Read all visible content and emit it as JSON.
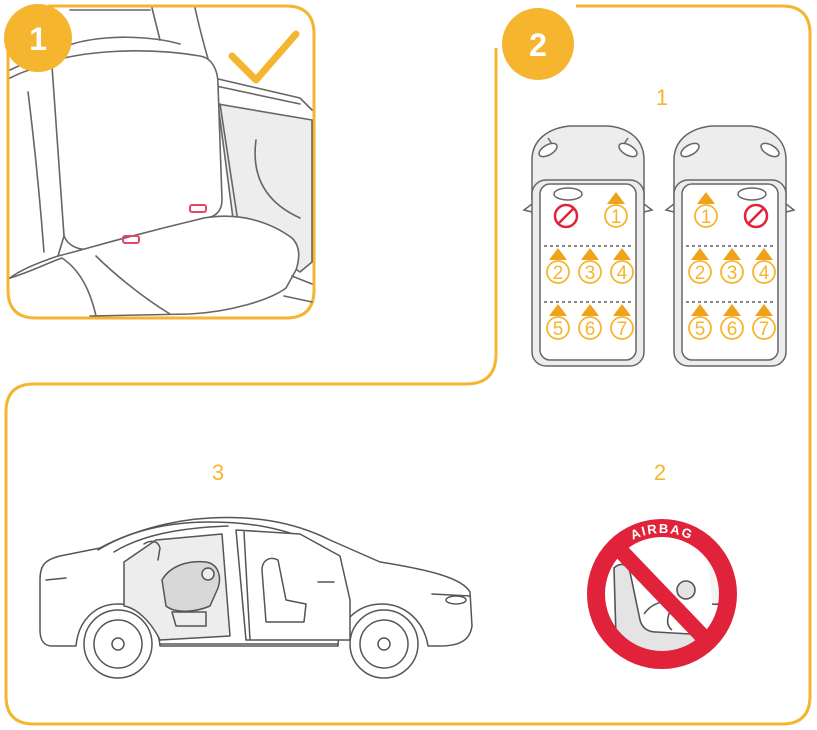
{
  "colors": {
    "accent": "#F5B52E",
    "accent_dark": "#EFA21C",
    "line_gray": "#666666",
    "fill_gray": "#EDEDED",
    "red": "#E0233A",
    "white": "#FFFFFF"
  },
  "steps": {
    "step1_badge": "1",
    "step2_badge": "2"
  },
  "seat_map": {
    "label": "1",
    "front_left_forbidden": "no-entry-icon",
    "seat_numbers": [
      "1",
      "2",
      "3",
      "4",
      "5",
      "6",
      "7"
    ]
  },
  "airbag_sign": {
    "label": "2",
    "text": "AIRBAG"
  },
  "car_side": {
    "label": "3"
  },
  "icons": {
    "check": "checkmark-icon",
    "prohibited": "prohibited-icon",
    "triangle": "triangle-up-icon"
  }
}
